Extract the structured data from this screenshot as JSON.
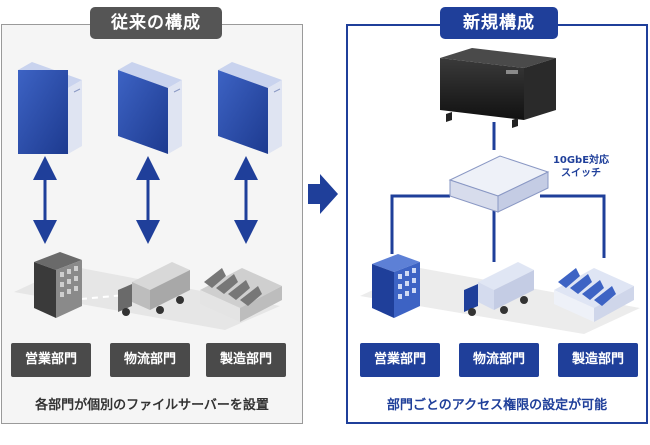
{
  "left": {
    "title": "従来の構成",
    "departments": [
      "営業部門",
      "物流部門",
      "製造部門"
    ],
    "caption": "各部門が個別のファイルサーバーを設置"
  },
  "right": {
    "title": "新規構成",
    "switch_label_line1": "10GbE対応",
    "switch_label_line2": "スイッチ",
    "departments": [
      "営業部門",
      "物流部門",
      "製造部門"
    ],
    "caption": "部門ごとのアクセス権限の設定が可能"
  },
  "colors": {
    "accent_blue": "#1f3f9a",
    "server_blue": "#2f4fa8",
    "gray_dark": "#4a4a4a"
  }
}
